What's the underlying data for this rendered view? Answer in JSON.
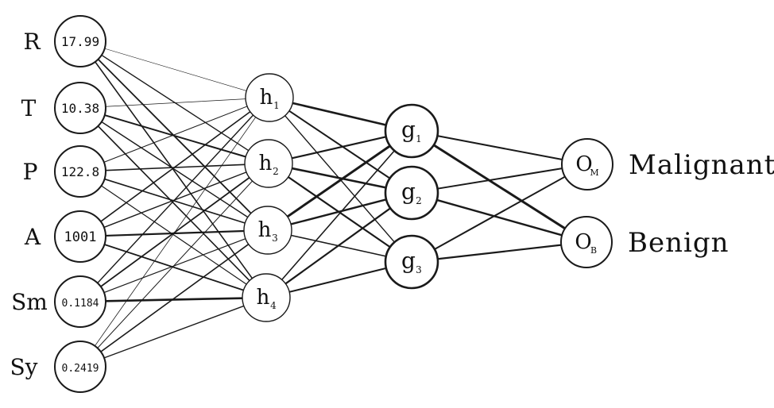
{
  "input_layer": {
    "nodes": [
      {
        "id": "in-radius",
        "label": "R",
        "value": "17.99"
      },
      {
        "id": "in-texture",
        "label": "T",
        "value": "10.38"
      },
      {
        "id": "in-perimeter",
        "label": "P",
        "value": "122.8"
      },
      {
        "id": "in-area",
        "label": "A",
        "value": "1001"
      },
      {
        "id": "in-smoothness",
        "label": "Sm",
        "value": "0.1184"
      },
      {
        "id": "in-symmetry",
        "label": "Sy",
        "value": "0.2419"
      }
    ]
  },
  "hidden_layer_1": {
    "nodes": [
      {
        "id": "h1",
        "symbol": "h",
        "subscript": "1"
      },
      {
        "id": "h2",
        "symbol": "h",
        "subscript": "2"
      },
      {
        "id": "h3",
        "symbol": "h",
        "subscript": "3"
      },
      {
        "id": "h4",
        "symbol": "h",
        "subscript": "4"
      }
    ]
  },
  "hidden_layer_2": {
    "nodes": [
      {
        "id": "g1",
        "symbol": "g",
        "subscript": "1"
      },
      {
        "id": "g2",
        "symbol": "g",
        "subscript": "2"
      },
      {
        "id": "g3",
        "symbol": "g",
        "subscript": "3"
      }
    ]
  },
  "output_layer": {
    "nodes": [
      {
        "id": "om",
        "symbol": "O",
        "subscript": "M",
        "class_label": "Malignant"
      },
      {
        "id": "ob",
        "symbol": "O",
        "subscript": "B",
        "class_label": "Benign"
      }
    ]
  },
  "edge_weights": {
    "input_to_h": [
      [
        0.6,
        1.4,
        1.8,
        1.6
      ],
      [
        0.7,
        2.0,
        1.4,
        1.6
      ],
      [
        1.0,
        1.6,
        1.6,
        1.2
      ],
      [
        1.6,
        1.4,
        2.2,
        1.8
      ],
      [
        1.4,
        1.8,
        1.2,
        2.6
      ],
      [
        0.8,
        1.0,
        1.6,
        1.4
      ]
    ],
    "h_to_g": [
      [
        2.6,
        2.0,
        1.4
      ],
      [
        2.2,
        2.6,
        2.2
      ],
      [
        3.0,
        2.4,
        1.6
      ],
      [
        1.6,
        2.2,
        2.0
      ]
    ],
    "g_to_o": [
      [
        2.0,
        3.0
      ],
      [
        2.0,
        2.4
      ],
      [
        2.0,
        2.2
      ]
    ]
  }
}
